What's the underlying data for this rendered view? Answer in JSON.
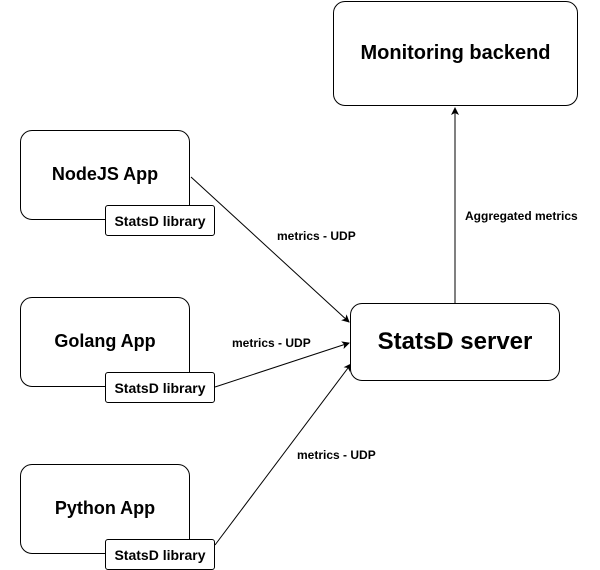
{
  "nodes": {
    "monitoring_backend": "Monitoring backend",
    "statsd_server": "StatsD server",
    "nodejs_app": "NodeJS App",
    "golang_app": "Golang App",
    "python_app": "Python App",
    "statsd_library": "StatsD library"
  },
  "edges": {
    "nodejs_to_server": "metrics - UDP",
    "golang_to_server": "metrics - UDP",
    "python_to_server": "metrics - UDP",
    "server_to_backend": "Aggregated metrics"
  },
  "colors": {
    "stroke": "#000000",
    "fill": "#ffffff"
  }
}
